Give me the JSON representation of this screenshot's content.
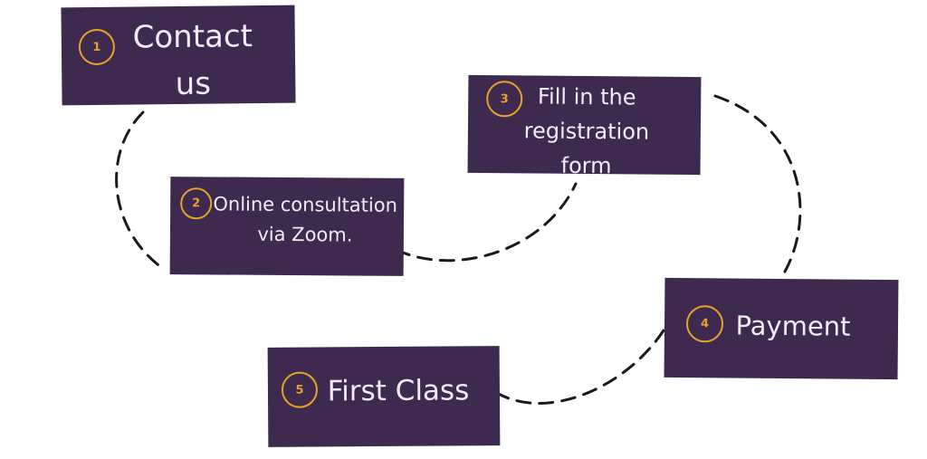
{
  "colors": {
    "box_fill": "#3f2a4f",
    "box_text": "#f1ebf3",
    "number_accent": "#e8a22a",
    "connector": "#1a1a1a",
    "background": "#ffffff"
  },
  "steps": [
    {
      "number": "1",
      "label": "Contact us"
    },
    {
      "number": "2",
      "label": "Online consultation via Zoom."
    },
    {
      "number": "3",
      "label": "Fill in the registration form"
    },
    {
      "number": "4",
      "label": "Payment"
    },
    {
      "number": "5",
      "label": "First Class"
    }
  ]
}
